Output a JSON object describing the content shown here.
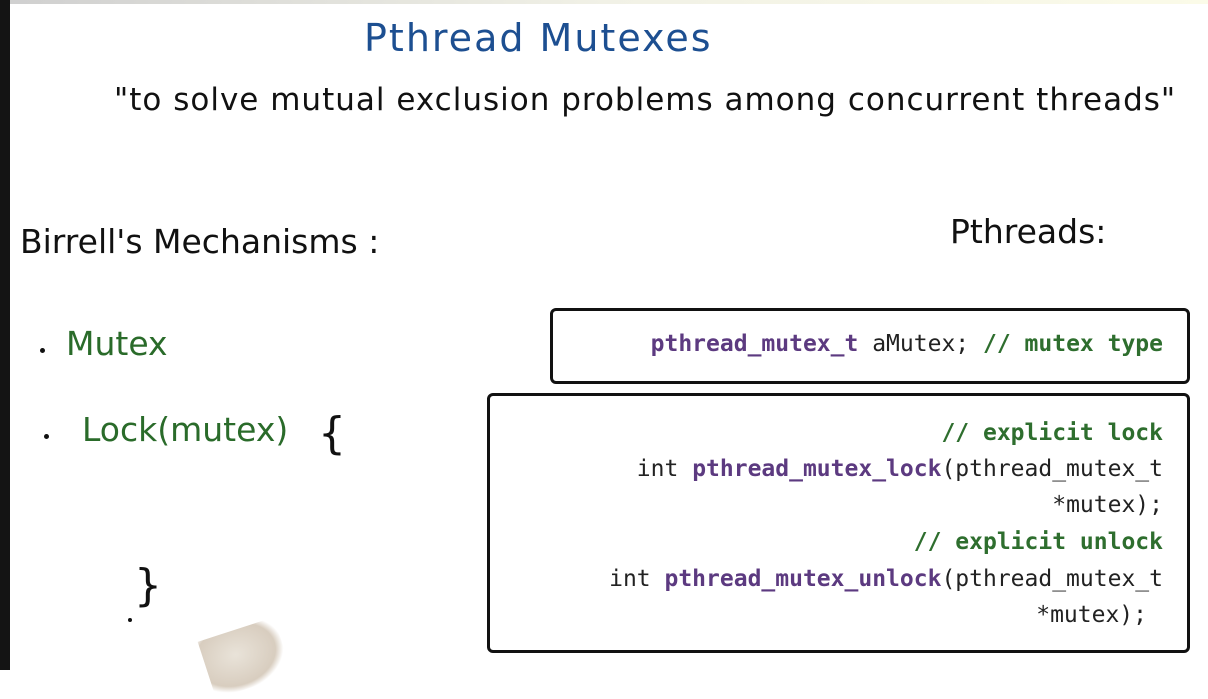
{
  "title": "Pthread Mutexes",
  "quote": "\"to solve mutual exclusion problems among concurrent threads\"",
  "left_heading": "Birrell's Mechanisms :",
  "right_heading": "Pthreads:",
  "mechanisms": [
    {
      "label": "Mutex"
    },
    {
      "label": "Lock(mutex)"
    }
  ],
  "brace_open": "{",
  "brace_close": "}",
  "box1": {
    "type": "pthread_mutex_t",
    "var": " aMutex; ",
    "comment": "// mutex type"
  },
  "box2": {
    "comment_lock": "// explicit lock",
    "lock_prefix": "int ",
    "lock_fn": "pthread_mutex_lock",
    "lock_args": "(pthread_mutex_t",
    "lock_args2": "*mutex);",
    "comment_unlock": "// explicit unlock",
    "unlock_prefix": "int ",
    "unlock_fn": "pthread_mutex_unlock",
    "unlock_args": "(pthread_mutex_t",
    "unlock_args2": "*mutex);"
  },
  "colors": {
    "title": "#1d4f91",
    "mechanism": "#2a6b2a",
    "function": "#5c3a80",
    "comment": "#2e6e2e"
  }
}
